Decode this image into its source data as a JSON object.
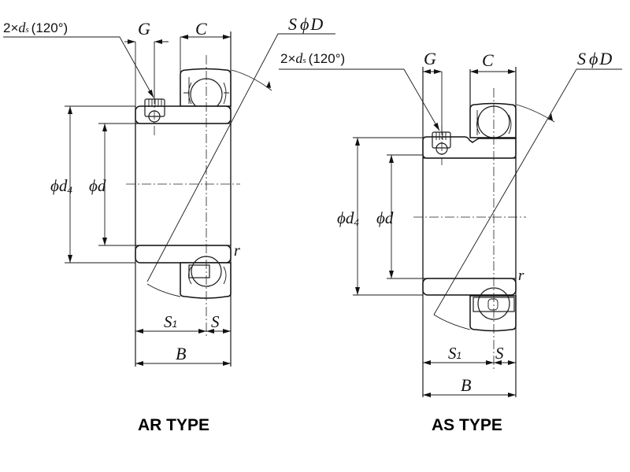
{
  "diagram": {
    "subject": "Insert bearing with set screws - dimension drawing",
    "variants": [
      {
        "id": "ar",
        "type_label": "AR TYPE",
        "labels": {
          "set_screw": "2×",
          "set_screw_ds": "d",
          "set_screw_sub": "s",
          "set_screw_angle": "(120°)",
          "g": "G",
          "c": "C",
          "sphere_prefix": "S",
          "phi": "ϕ",
          "sphere_d": "D",
          "d4": "d",
          "d4_sub": "4",
          "bore_d": "d",
          "r": "r",
          "s1": "S",
          "s1_sub": "1",
          "s": "S",
          "b": "B"
        }
      },
      {
        "id": "as",
        "type_label": "AS TYPE",
        "labels": {
          "set_screw": "2×",
          "set_screw_ds": "d",
          "set_screw_sub": "s",
          "set_screw_angle": "(120°)",
          "g": "G",
          "c": "C",
          "sphere_prefix": "S",
          "phi": "ϕ",
          "sphere_d": "D",
          "d4": "d",
          "d4_sub": "4",
          "bore_d": "d",
          "r": "r",
          "s1": "S",
          "s1_sub": "1",
          "s": "S",
          "b": "B"
        }
      }
    ]
  }
}
